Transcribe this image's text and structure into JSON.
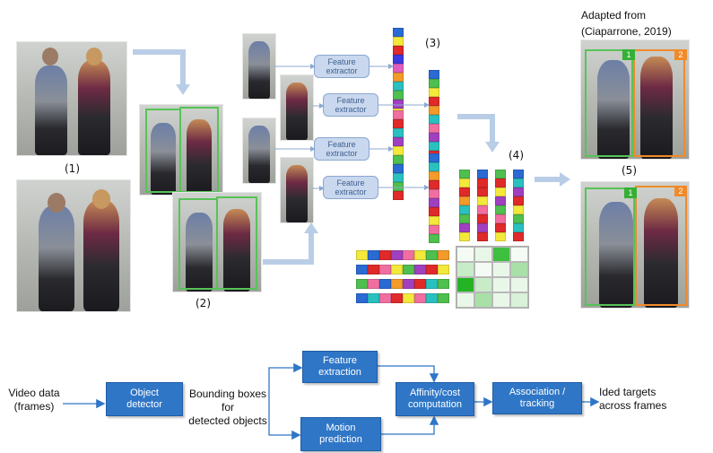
{
  "pipeline_figure": {
    "attribution": [
      "Adapted from",
      "(Ciaparrone, 2019)"
    ],
    "step_labels": [
      "(1)",
      "(2)",
      "(3)",
      "(4)",
      "(5)"
    ],
    "feature_extractor_label": "Feature extractor",
    "target_tags": [
      "1",
      "2"
    ],
    "colors": {
      "arrow": "#b9cde6",
      "extractor_fill": "#c9d8ee",
      "box_green": "#57c357",
      "box_orange": "#f08a2a",
      "flow_box": "#2f76c6"
    },
    "feature_vectors": [
      [
        "#2a6ad3",
        "#f2e93b",
        "#e02a2a",
        "#3b3be0",
        "#e05cc0",
        "#f29a2a",
        "#2ac0c0",
        "#4fbf4f",
        "#a040c0",
        "#f2e93b"
      ],
      [
        "#2a6ad3",
        "#4fbf4f",
        "#f2e93b",
        "#e02a2a",
        "#f29a2a",
        "#2ac0c0",
        "#f06fa0",
        "#a040c0",
        "#2ac0c0",
        "#e02a2a"
      ],
      [
        "#f06fa0",
        "#e02a2a",
        "#2ac0c0",
        "#a040c0",
        "#f2e93b",
        "#4fbf4f",
        "#2a6ad3",
        "#2ac0c0",
        "#4fbf4f",
        "#e02a2a"
      ],
      [
        "#2a6ad3",
        "#2ac0c0",
        "#f29a2a",
        "#e02a2a",
        "#f06fa0",
        "#a040c0",
        "#e02a2a",
        "#f2e93b",
        "#f06fa0",
        "#4fbf4f"
      ]
    ],
    "track_vectors": [
      [
        "#4fbf4f",
        "#f2e93b",
        "#e02a2a",
        "#f29a2a",
        "#2ac0c0",
        "#4fbf4f",
        "#a040c0",
        "#f2e93b"
      ],
      [
        "#2a6ad3",
        "#e02a2a",
        "#e02a2a",
        "#f2e93b",
        "#f06fa0",
        "#e02a2a",
        "#a040c0",
        "#e02a2a"
      ],
      [
        "#4fbf4f",
        "#e02a2a",
        "#f2e93b",
        "#a040c0",
        "#4fbf4f",
        "#f06fa0",
        "#e02a2a",
        "#f2e93b"
      ],
      [
        "#2a6ad3",
        "#2ac0c0",
        "#a040c0",
        "#e02a2a",
        "#f2e93b",
        "#4fbf4f",
        "#2ac0c0",
        "#e02a2a"
      ]
    ],
    "row_vectors": [
      [
        "#f2e93b",
        "#2a6ad3",
        "#e02a2a",
        "#a040c0",
        "#f06fa0",
        "#f2e93b",
        "#4fbf4f",
        "#f29a2a"
      ],
      [
        "#2a6ad3",
        "#e02a2a",
        "#f06fa0",
        "#f2e93b",
        "#4fbf4f",
        "#a040c0",
        "#e02a2a",
        "#f2e93b"
      ],
      [
        "#4fbf4f",
        "#f06fa0",
        "#2a6ad3",
        "#f29a2a",
        "#a040c0",
        "#e02a2a",
        "#2ac0c0",
        "#4fbf4f"
      ],
      [
        "#2a6ad3",
        "#2ac0c0",
        "#f06fa0",
        "#e02a2a",
        "#f2e93b",
        "#f06fa0",
        "#2ac0c0",
        "#4fbf4f"
      ]
    ],
    "affinity_matrix": [
      [
        "#f4fbf4",
        "#e9f7e9",
        "#3fbf3f",
        "#f4fbf4"
      ],
      [
        "#c8ecc8",
        "#f4fbf4",
        "#e9f7e9",
        "#a8e0a8"
      ],
      [
        "#23b323",
        "#c8ecc8",
        "#e9f7e9",
        "#e9f7e9"
      ],
      [
        "#e9f7e9",
        "#a8e0a8",
        "#e9f7e9",
        "#d8f1d8"
      ]
    ]
  },
  "flow": {
    "input_text": [
      "Video data",
      "(frames)"
    ],
    "object_detector": [
      "Object",
      "detector"
    ],
    "bbox_text": [
      "Bounding boxes",
      "for",
      "detected objects"
    ],
    "feature_extraction": [
      "Feature",
      "extraction"
    ],
    "motion_prediction": [
      "Motion",
      "prediction"
    ],
    "affinity": [
      "Affinity/cost",
      "computation"
    ],
    "association": [
      "Association /",
      "tracking"
    ],
    "output_text": [
      "Ided targets",
      "across frames"
    ]
  }
}
